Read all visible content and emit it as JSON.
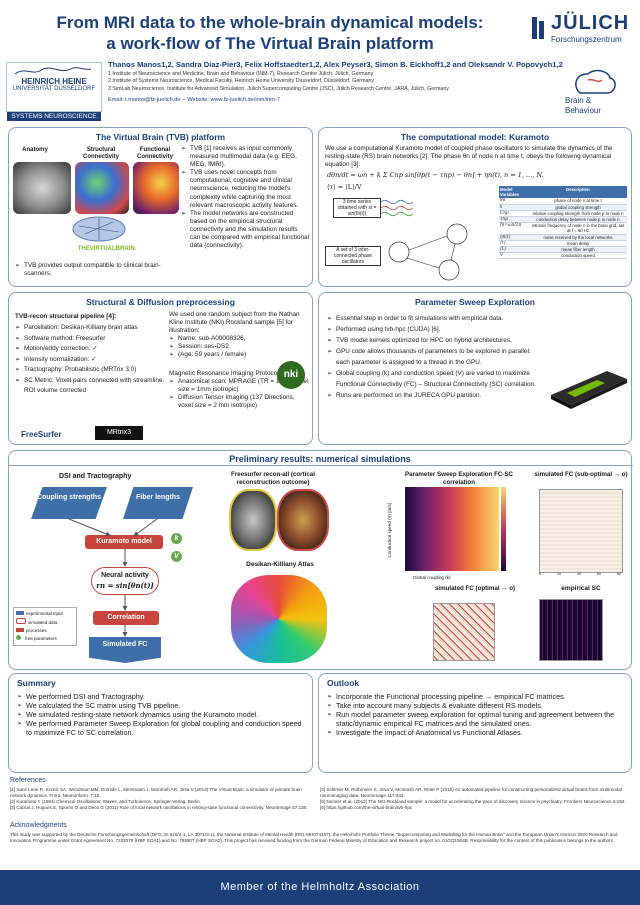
{
  "header": {
    "title_line1": "From MRI data to the whole-brain dynamical models:",
    "title_line2": "a work-flow of The Virtual Brain platform",
    "authors": "Thanos Manos1,2, Sandra Diaz-Pier3, Felix Hoffstaedter1,2, Alex Peyser3, Simon B. Eickhoff1,2 and Oleksandr V. Popovych1,2",
    "affiliations": [
      "1 Institute of Neuroscience and Medicine, Brain and Behaviour (INM-7), Research Centre Jülich, Jülich, Germany",
      "2 Institute of Systems Neuroscience, Medical Faculty, Heinrich Heine University Düsseldorf, Düsseldorf, Germany",
      "3 SimLab Neuroscience, Institute for Advanced Simulation, Jülich Supercomputing Centre (JSC), Jülich Research Centre, JARA, Jülich, Germany"
    ],
    "email": "Email: t.manos@fz-juelich.de    --    Website: www.fz-juelich.de/inm/inm-7",
    "logo_left_name": "HEINRICH HEINE",
    "logo_left_uni": "UNIVERSITÄT DÜSSELDORF",
    "logo_left_dept": "SYSTEMS NEUROSCIENCE",
    "logo_right_word": "JÜLICH",
    "logo_right_sub": "Forschungszentrum",
    "logo_bb_1": "Brain &",
    "logo_bb_2": "Behaviour"
  },
  "tvb": {
    "heading": "The Virtual Brain (TVB) platform",
    "labels": [
      "Anatomy",
      "Structural Connectivity",
      "Functional Connectivity"
    ],
    "logo_text": "THEVIRTUALBRAIN.",
    "bullets": [
      "TVB [1] receives as input commonly measured multimodal data (e.g. EEG, MEG, fMRI).",
      "TVB uses novel concepts from computational, cognitive and clinical neuroscience, reducing the model's complexity while capturing the most relevant macroscopic activity features.",
      "The model networks are constructed based on the empirical structural connectivity and the simulation results can be compared with empirical functional data (connectivity)."
    ],
    "bottom_bullet": "TVB provides output compatible to clinical brain-scanners."
  },
  "kuramoto": {
    "heading": "The computational model: Kuramoto",
    "intro": "We use a computational Kuramoto model of coupled phase oscillators to simulate the dynamics of the resting-state (RS) brain networks [2]. The phase θn of node n at time t, obeys the following dynamical equation [3]:",
    "equation": "dθn/dt = ωn + k Σ Cnp sin[θp(t − τnp) − θn] + ηn(t),  n = 1, ..., N.",
    "delay": "⟨τ⟩ = ⟨L⟩/V",
    "box1": "3 time series obtained with xi = sin(θi(t))",
    "box2": "A set of 3 inter-connected phase oscillators",
    "table_head": [
      "Model Variables",
      "Description"
    ],
    "table_rows": [
      [
        "θn",
        "phase of node n at time t"
      ],
      [
        "k",
        "global coupling strength"
      ],
      [
        "Cnp",
        "relative coupling strength from node p to node n"
      ],
      [
        "τnp",
        "conduction delay between node p to node n"
      ],
      [
        "fn=ωn/2π",
        "intrinsic frequency of node n in the brain grid, set at f = 60 Hz"
      ],
      [
        "ηn(t)",
        "noise received by the local networks"
      ],
      [
        "⟨τ⟩",
        "mean delay"
      ],
      [
        "⟨L⟩",
        "mean fiber length"
      ],
      [
        "V",
        "conduction speed"
      ]
    ]
  },
  "preproc": {
    "heading": "Structural & Diffusion preprocessing",
    "tvbrecon": "TVB-recon structural pipeline [4]:",
    "items": [
      "Parcellation: Desikan-Killiany brain atlas",
      "Software method: Freesurfer",
      "Motion/eddy correction: ✓",
      "Intensity normalization: ✓",
      "Tractography: Probabilistic (MRTrix 3.0)",
      "SC Metric: Voxel pairs connected with streamline, ROI volume corrected"
    ],
    "subject_intro": "We used one random subject from the Nathan Kline Institute (NKI) Rockland sample [5] for illustration:",
    "subject_items": [
      "Name: sub-A00008326,",
      "Session: ses-DS2",
      "(Age: 59 years / female)"
    ],
    "mri_intro": "Magnetic Resonance Imaging Protocol:",
    "mri_items": [
      "Anatomical scan: MPRAGE (TR = 1900; voxel size = 1mm isotropic)",
      "Diffusion Tensor Imaging (137 Directions, voxel size = 2 mm isotropic)"
    ],
    "logo_fs": "FreeSurfer",
    "logo_mrtrix": "MRtrix3",
    "logo_nki": "nki"
  },
  "sweep": {
    "heading": "Parameter Sweep Exploration",
    "items": [
      "Essential step in order to fit simulations with empirical data.",
      "Performed using tvb-hpc (CUDA) [6].",
      "TVB model kernels optimized for HPC on hybrid architectures.",
      "GPU code allows thousands of parameters to be explored in parallel: each parameter is assigned to a thread in the GPU.",
      "Global coupling (k) and conduction speed (V) are varied to maximize Functional Connectivity (FC) – Structural Connectivity (SC) correlation.",
      "Runs are performed on the JURECA GPU partition."
    ]
  },
  "results": {
    "heading": "Preliminary results: numerical simulations",
    "dsi_title": "DSI and Tractography",
    "coupling": "Coupling strengths",
    "fiber": "Fiber lengths",
    "kuramoto_model": "Kuramoto model",
    "k_symbol": "k",
    "v_symbol": "V",
    "neural": "Neural activity",
    "neural_eq": "rn = sin[θn(t)]",
    "correlation": "Correlation",
    "simulated_fc": "Simulated FC",
    "legend": [
      "experimental input",
      "simulated data",
      "processes",
      "free parameters"
    ],
    "freesurfer_title": "Freesurfer recon-all (cortical reconstruction outcome)",
    "desikan_title": "Desikan-Killiany Atlas",
    "pse_title": "Parameter Sweep Exploration FC-SC correlation",
    "pse_ylabel": "Conduction speed (V) [m/s]",
    "pse_xlabel": "Global coupling (k)",
    "fc_sub_title": "simulated FC (sub-optimal → o)",
    "fc_opt_title": "simulated FC (optimal → o)",
    "emp_sc_title": "empirical SC",
    "tick_labels": [
      "0",
      "20",
      "40",
      "60",
      "80"
    ]
  },
  "summary": {
    "heading": "Summary",
    "items": [
      "We performed DSI and Tractography.",
      "We calculated the SC matrix using TVB pipeline.",
      "We simulated resting-state network dynamics using the Kuramoto model.",
      "We performed Parameter Sweep Exploration for global coupling and conduction speed to maximize FC to SC correlation."
    ]
  },
  "outlook": {
    "heading": "Outlook",
    "items": [
      "Incorporate the Functional processing pipeline → empirical FC matrices.",
      "Take into account many subjects & evaluate different RS models.",
      "Run model parameter sweep exploration for optimal tuning and agreement between the static/dynamic empirical FC matrices and the simulated ones.",
      "Investigate the impact of Anatomical vs Functional Atlases."
    ]
  },
  "references": {
    "heading": "References",
    "left": [
      "[1] Sanz Leon P., Knock SA, Woodman MM, Domide L, Mersmann J, McIntosh AR, Jirsa V (2013) The Virtual Brain: a simulator of primate brain network dynamics. Front. Neuroinform. 7:10.",
      "[2] Kuramoto Y (1984) Chemical Oscillations, Waves, and Turbulence. Springer-Verlag, Berlin.",
      "[3] Cabral J, Hugues E, Sporns O and Deco G (2011) Role of local network oscillations in resting-state functional connectivity. NeuroImage 57:130."
    ],
    "right": [
      "[4] Schirner M, Rothmeier S, Jirsa V, McIntosh AR, Ritter P (2015) An automated pipeline for constructing personalized virtual brains from multimodal neuroimaging data. NeuroImage 117:343.",
      "[5] Nooner et al. (2012) The NKI-Rockland sample: a model for accelerating the pace of discovery science in psychiatry. Frontiers Neuroscience 6:152.",
      "[6] https://github.com/the-virtual-brain/tvb-hpc"
    ]
  },
  "ack": {
    "heading": "Acknowledgments",
    "text": "This study was supported by the Deutsche Forschungsgemeinschaft (DFG, EI 816/4-1, LA 3071/3-1), the National Institute of Mental Health (R01-MH074457), the Helmholtz Portfolio Theme \"Supercomputing and Modelling for the Human Brain\" and the European Union's Horizon 2020 Research and Innovation Programme under Grant Agreement No. 7202070 (HBP SGA1) and No. 785907 (HBP SGA2). This project has received funding from the German Federal Ministry of Education and Research project no. 01GQ1504B. Responsibility for the content of this publication belongs to the authors."
  },
  "footer": {
    "text": "Member of the Helmholtz Association"
  },
  "colors": {
    "navy": "#1c3f7a",
    "flow_blue": "#3f6fa8",
    "flow_red": "#c8453d",
    "green": "#6aa84f"
  }
}
